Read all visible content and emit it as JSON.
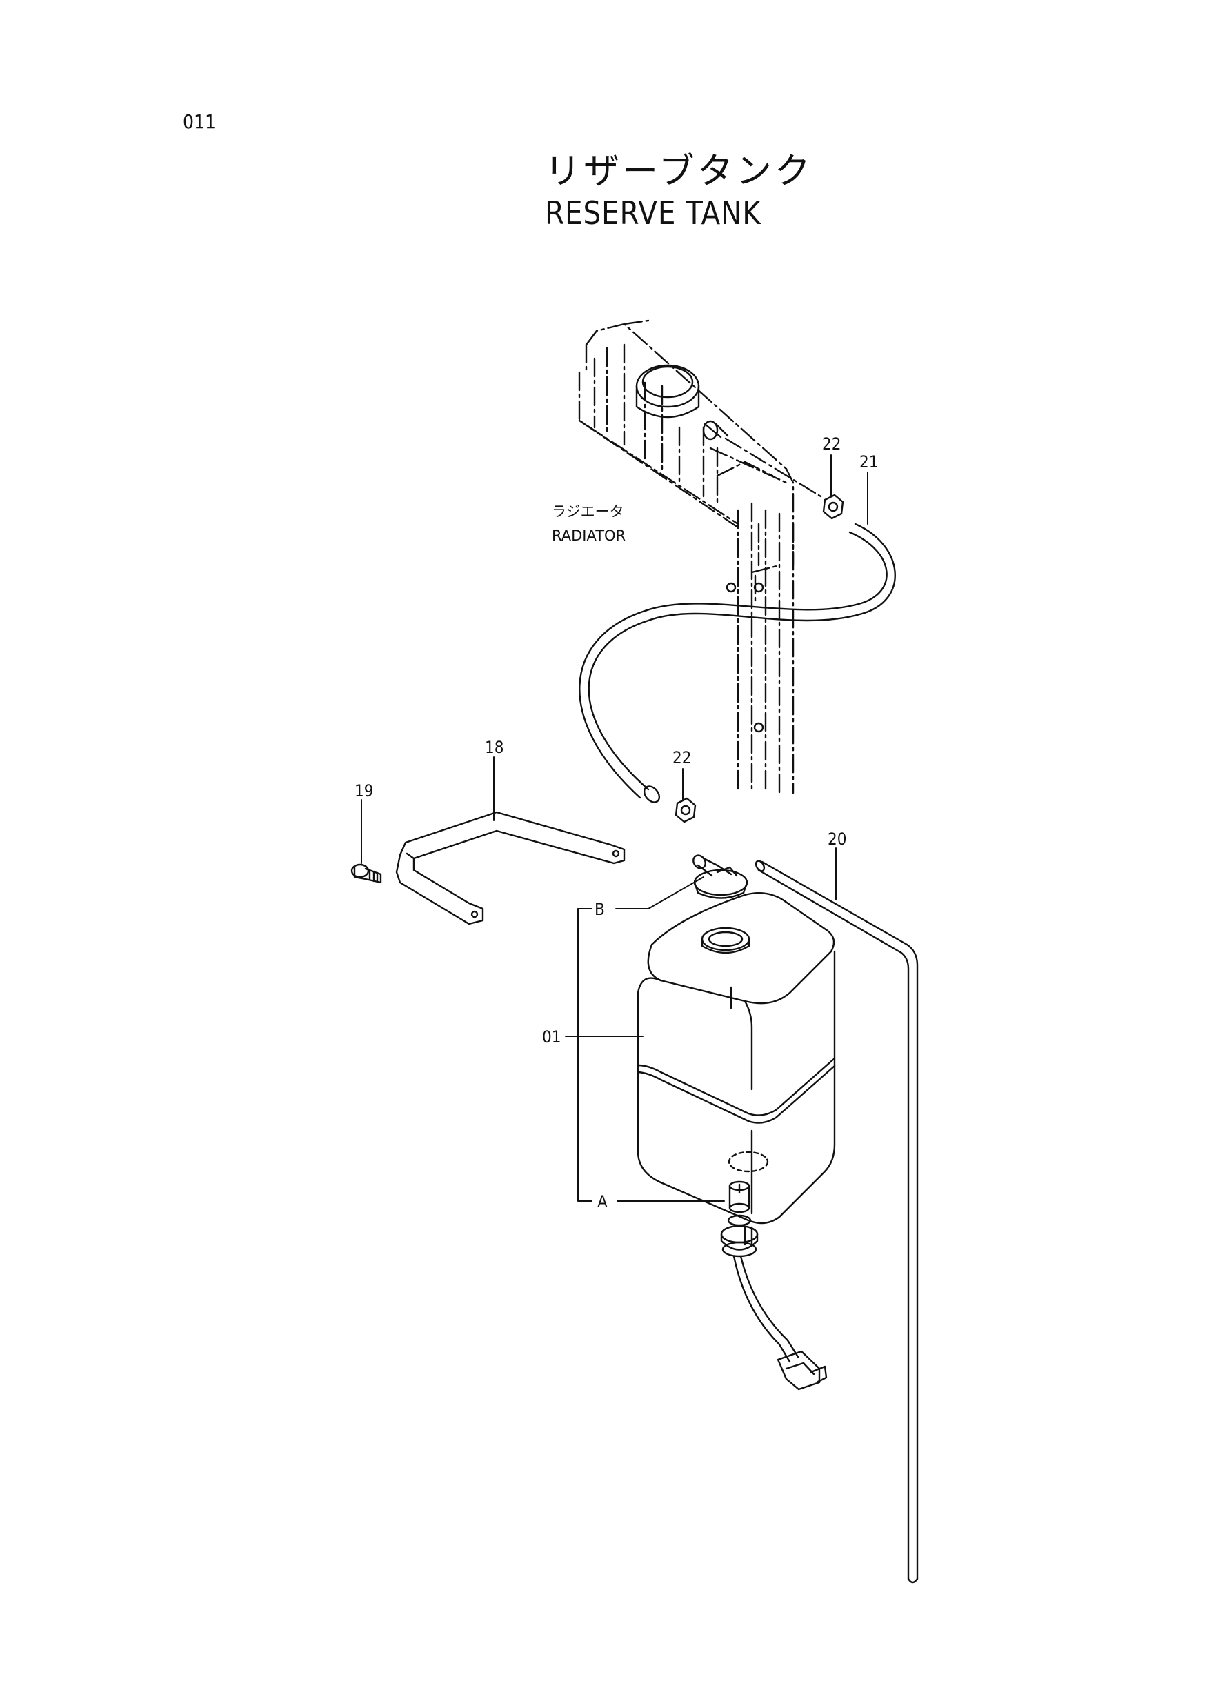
{
  "page_number": "011",
  "title": {
    "ja": "リザーブタンク",
    "en": "RESERVE TANK"
  },
  "radiator_label": {
    "ja": "ラジエータ",
    "en": "RADIATOR"
  },
  "callouts": {
    "c22_top": "22",
    "c21": "21",
    "c18": "18",
    "c19": "19",
    "c22_bottom": "22",
    "c20": "20",
    "cB": "B",
    "c01": "01",
    "cA": "A"
  }
}
